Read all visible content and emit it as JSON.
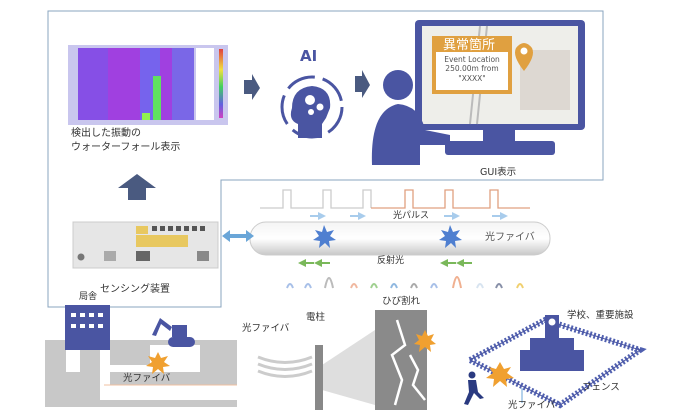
{
  "waterfall_caption": [
    "検出した振動の",
    "ウォーターフォール表示"
  ],
  "ai_label": "AI",
  "gui": {
    "alert_title": "異常箇所",
    "alert_lines": [
      "Event Location",
      "250.00m from",
      "\"XXXX\""
    ],
    "caption": "GUI表示"
  },
  "sensing_device_label": "センシング装置",
  "optical_pulse_label": "光パルス",
  "reflected_light_label": "反射光",
  "fiber_label_tube": "光ファイバ",
  "scenes": {
    "station": {
      "label": "局舎",
      "fiber_label": "光ファイバ"
    },
    "pole": {
      "label": "電柱",
      "fiber_label": "光ファイバ",
      "crack_label": "ひび割れ"
    },
    "facility": {
      "label": "学校、重要施設",
      "fence_label": "フェンス",
      "fiber_label": "光ファイバ"
    }
  },
  "colors": {
    "accent": "#4a55a2",
    "arrow": "#4a5a80",
    "alert": "#e0a040",
    "frame": "#8aa4bf",
    "burst": "#f0a030"
  }
}
